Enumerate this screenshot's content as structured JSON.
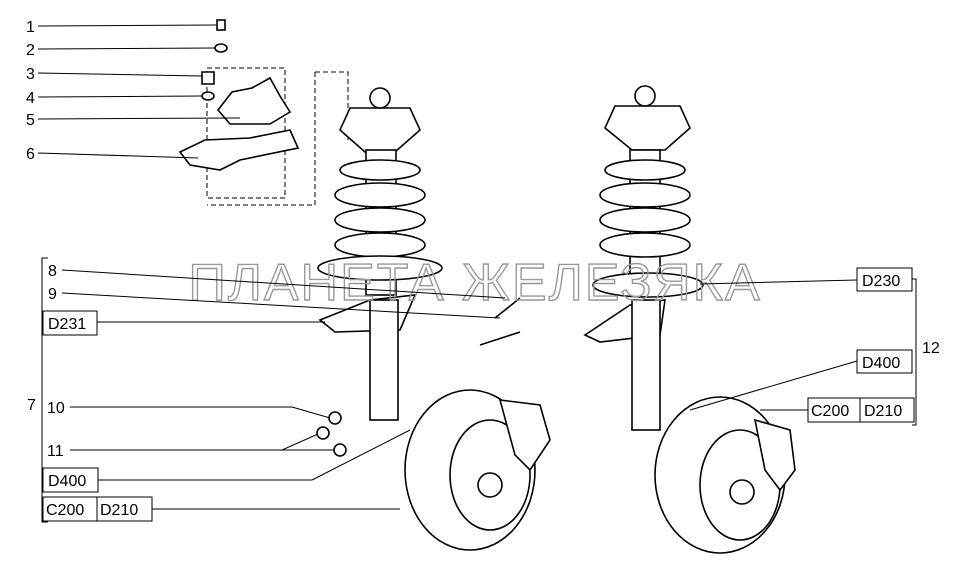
{
  "callouts": {
    "n1": "1",
    "n2": "2",
    "n3": "3",
    "n4": "4",
    "n5": "5",
    "n6": "6",
    "n7": "7",
    "n8": "8",
    "n9": "9",
    "n10": "10",
    "n11": "11",
    "n12": "12"
  },
  "left_refs": {
    "d231": "D231",
    "d400": "D400",
    "c200": "C200",
    "d210": "D210"
  },
  "right_refs": {
    "d230": "D230",
    "d400": "D400",
    "c200": "C200",
    "d210": "D210"
  },
  "watermark": "ПЛАНЕТА ЖЕЛЕЗЯКА"
}
